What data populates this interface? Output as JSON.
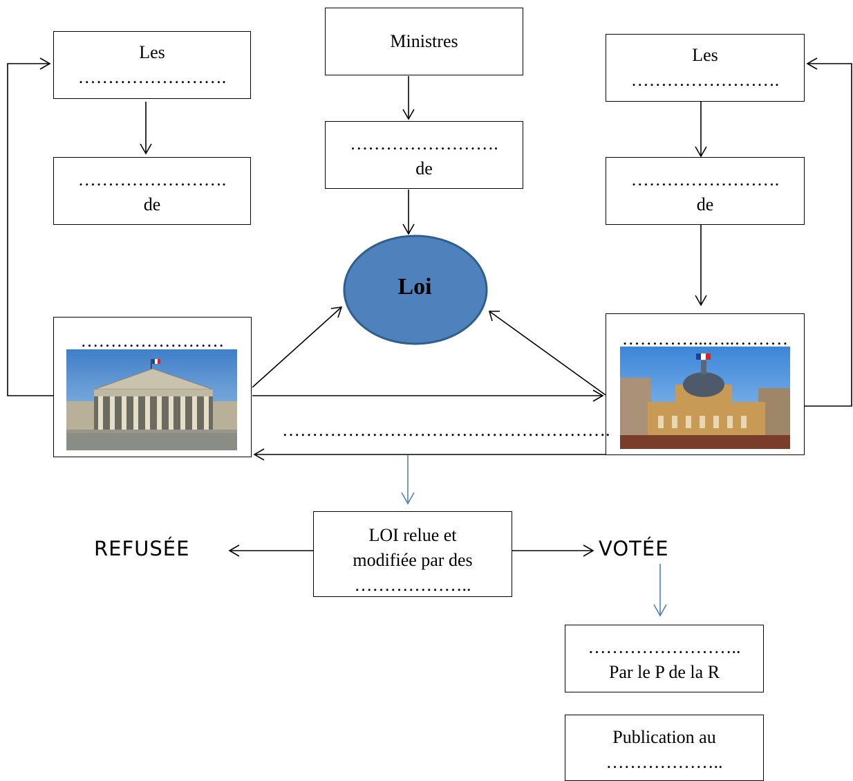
{
  "boxes": {
    "left_top": {
      "line1": "Les",
      "line2": "……………………."
    },
    "left_mid": {
      "line1": "…………………….",
      "line2": "de"
    },
    "center_top": {
      "line1": "Ministres"
    },
    "center_mid": {
      "line1": "…………………….",
      "line2": "de"
    },
    "right_top": {
      "line1": "Les",
      "line2": "……………………."
    },
    "right_mid": {
      "line1": "…………………….",
      "line2": "de"
    },
    "left_building_dots": "……………………",
    "right_building_dots": "…………...…..………",
    "loi_review": {
      "line1": "LOI relue et",
      "line2": "modifiée par des",
      "line3": "……………….."
    },
    "promulgation": {
      "line1": "……………………..",
      "line2": "Par le P de la R"
    },
    "publication": {
      "line1": "Publication au",
      "line2": "……………….."
    }
  },
  "center_ellipse": {
    "label": "Loi",
    "fill": "#4f81bd",
    "stroke": "#2e5f8e"
  },
  "shuttle_dots": "……………………………………………….",
  "outcomes": {
    "refused": "REFUSÉE",
    "voted": "VOTÉE"
  },
  "colors": {
    "line": "#000000",
    "blue_arrow": "#4f81bd"
  }
}
